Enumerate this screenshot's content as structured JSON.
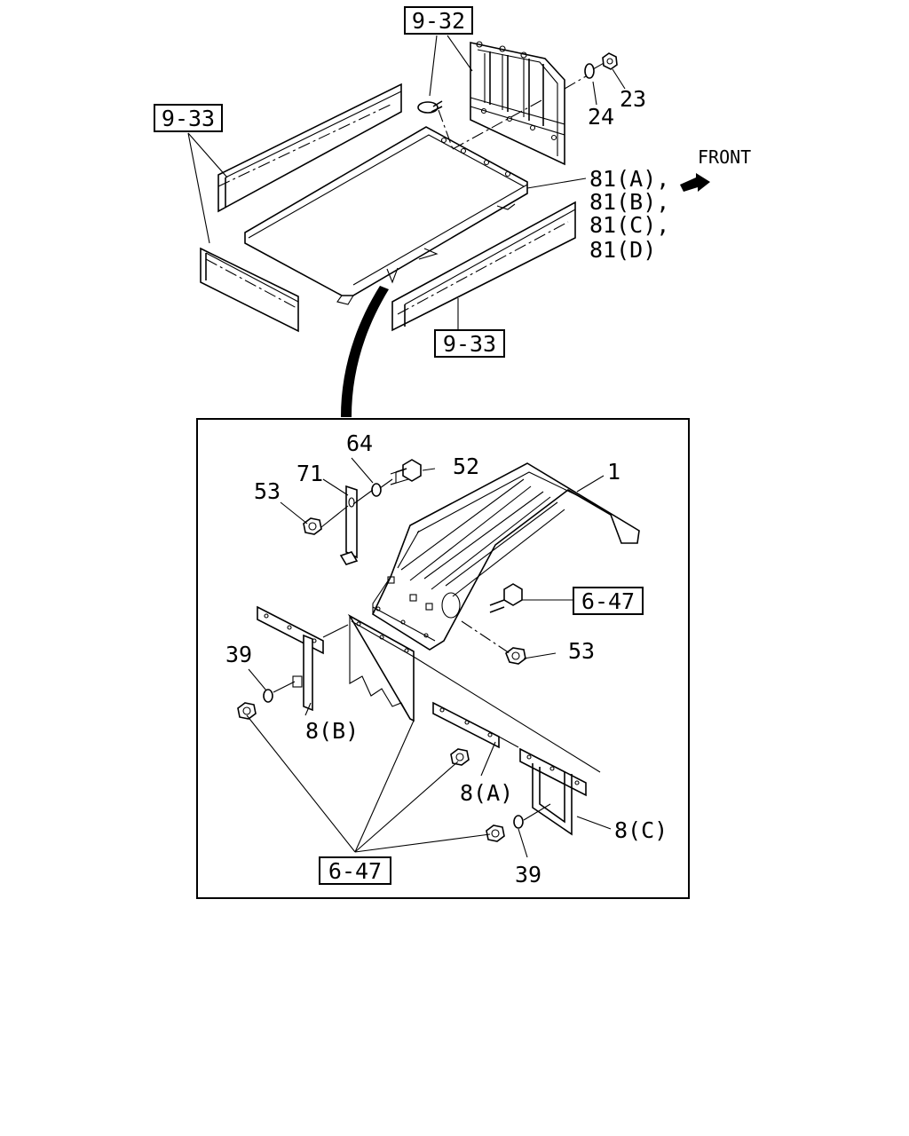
{
  "direction": {
    "label": "FRONT"
  },
  "top_assembly": {
    "ref_9_32": "9-32",
    "ref_9_33_top": "9-33",
    "ref_9_33_bottom": "9-33",
    "part_23": "23",
    "part_24": "24",
    "part_81a": "81(A),",
    "part_81b": "81(B),",
    "part_81c": "81(C),",
    "part_81d": "81(D)"
  },
  "detail_view": {
    "part_1": "1",
    "part_64": "64",
    "part_52": "52",
    "part_71": "71",
    "part_53_top": "53",
    "part_53_right": "53",
    "ref_6_47_right": "6-47",
    "ref_6_47_bottom": "6-47",
    "part_39_left": "39",
    "part_39_right": "39",
    "part_8b": "8(B)",
    "part_8a": "8(A)",
    "part_8c": "8(C)"
  }
}
